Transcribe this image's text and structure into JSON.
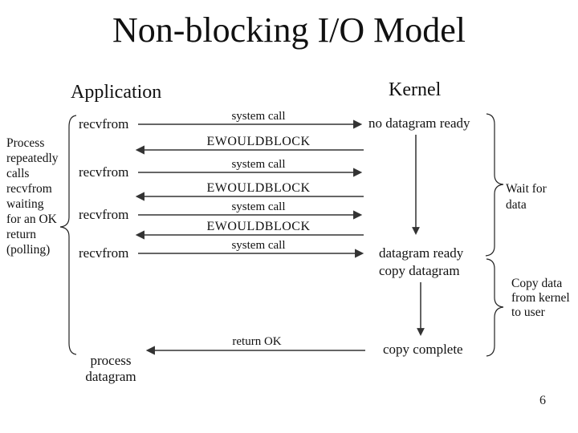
{
  "slide": {
    "title": "Non-blocking I/O Model",
    "page_number": "6"
  },
  "columns": {
    "application": "Application",
    "kernel": "Kernel"
  },
  "app_calls": [
    "recvfrom",
    "recvfrom",
    "recvfrom",
    "recvfrom"
  ],
  "syscall_labels": [
    "system call",
    "system call",
    "system call",
    "system call"
  ],
  "ewouldblock_labels": [
    "EWOULDBLOCK",
    "EWOULDBLOCK",
    "EWOULDBLOCK"
  ],
  "kernel_states": {
    "no_datagram": "no datagram ready",
    "datagram_ready": "datagram ready",
    "copy_datagram": "copy datagram",
    "copy_complete": "copy complete"
  },
  "return_ok_label": "return OK",
  "process_datagram": "process\ndatagram",
  "annotations": {
    "left_note": "Process\nrepeatedly\ncalls\nrecvfrom\nwaiting\nfor an OK\nreturn\n(polling)",
    "wait_note": "Wait for\ndata",
    "copy_note": "Copy data\nfrom kernel\nto user"
  },
  "colors": {
    "line": "#333333",
    "text": "#111111",
    "background": "#ffffff"
  }
}
